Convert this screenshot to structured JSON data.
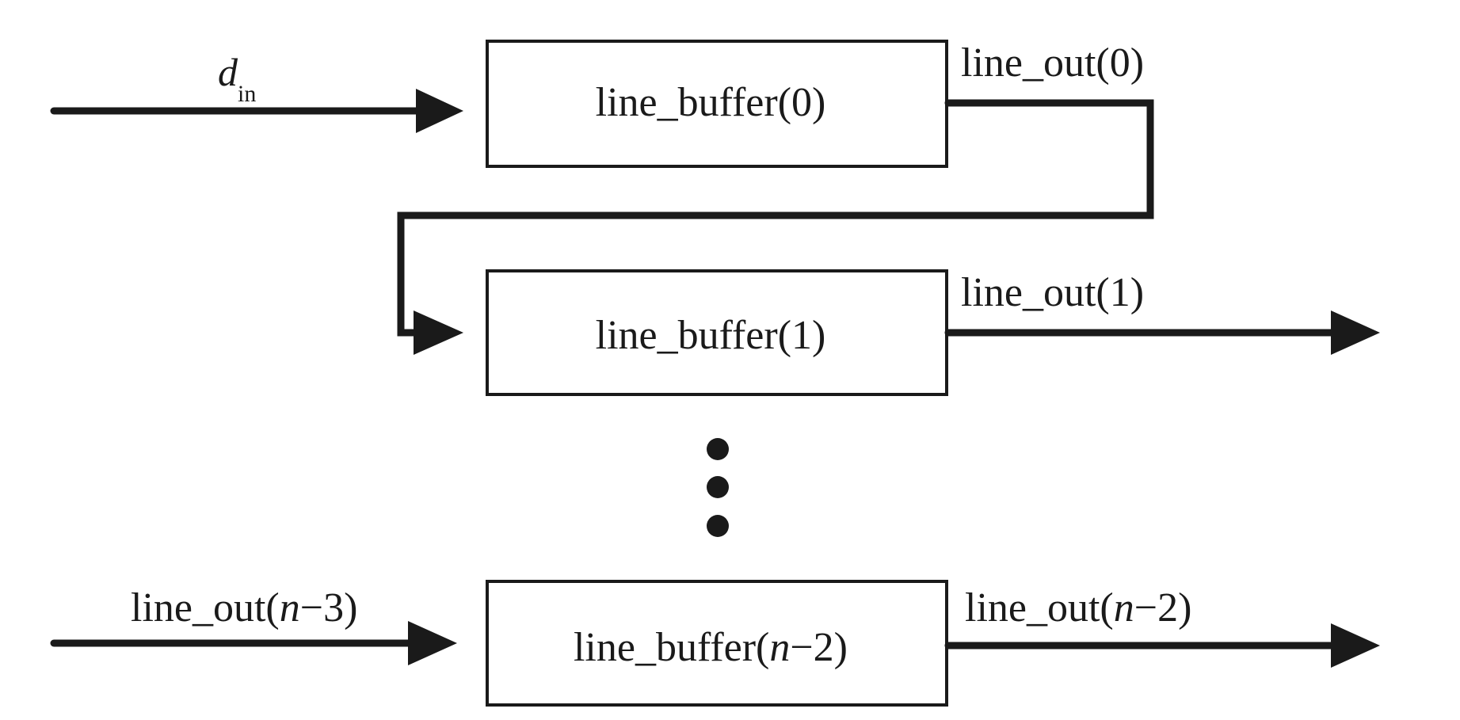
{
  "input": {
    "d": "d",
    "sub": "in"
  },
  "buffers": [
    {
      "label": "line_buffer(0)",
      "out": "line_out(0)"
    },
    {
      "label": "line_buffer(1)",
      "out": "line_out(1)"
    },
    {
      "label_prefix": "line_buffer(",
      "label_var": "n",
      "label_suffix": "−2)",
      "in_prefix": "line_out(",
      "in_var": "n",
      "in_suffix": "−3)",
      "out_prefix": "line_out(",
      "out_var": "n",
      "out_suffix": "−2)"
    }
  ],
  "colors": {
    "ink": "#1a1a1a",
    "background": "#ffffff"
  }
}
